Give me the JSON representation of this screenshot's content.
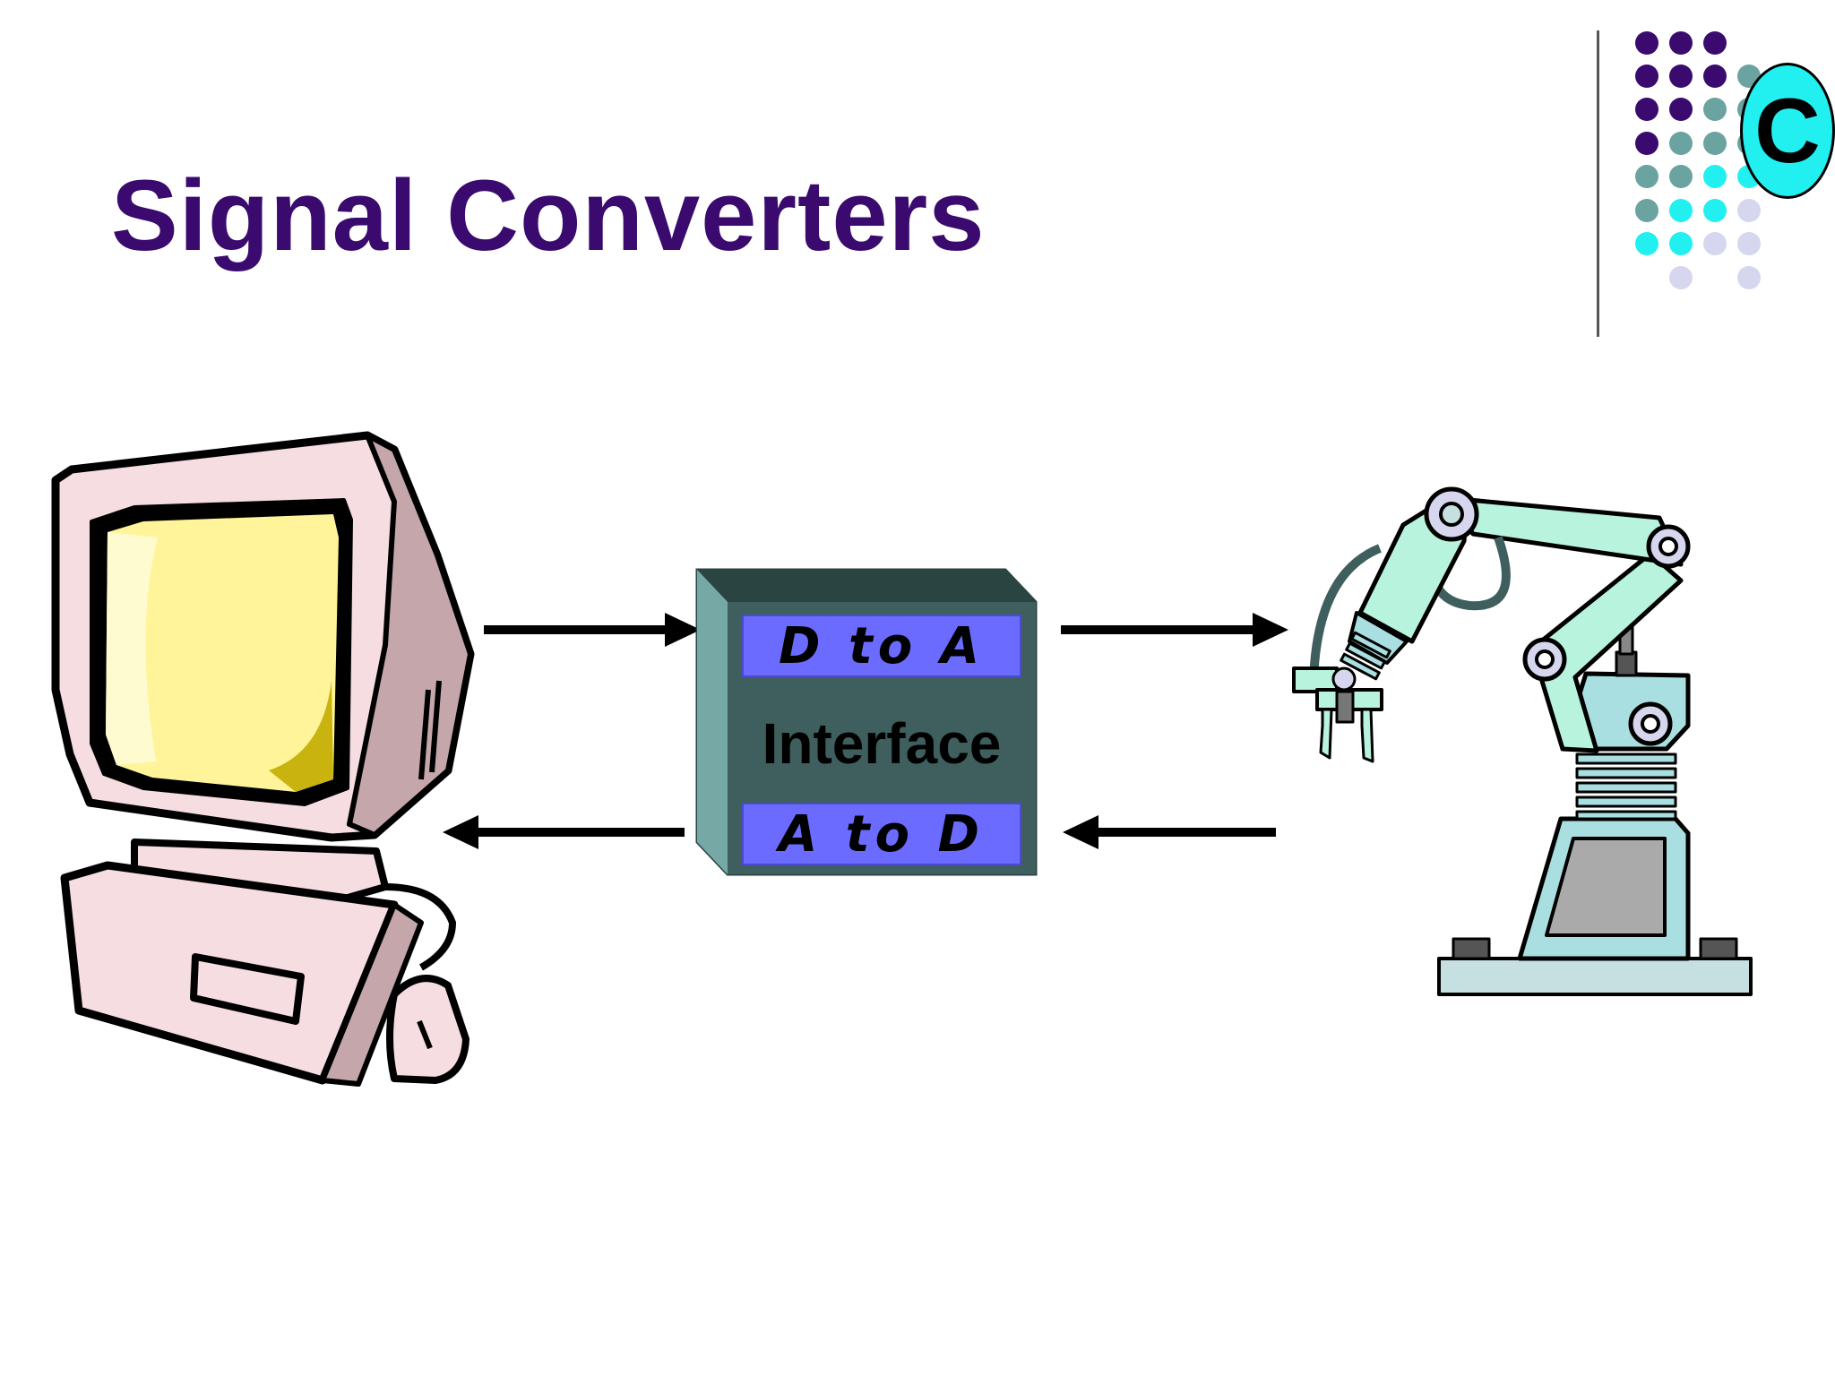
{
  "slide": {
    "title": "Signal Converters",
    "badge_letter": "C"
  },
  "interface_box": {
    "top_label": "D to A",
    "center_label": "Interface",
    "bottom_label": "A to D"
  },
  "colors": {
    "title": "#3a0a6e",
    "dot_purple": "#3a0a6e",
    "dot_teal": "#6aa3a0",
    "dot_cyan": "#22f0f0",
    "dot_lavender": "#d6d6ee",
    "box_face": "#3e5f5d",
    "box_side": "#76a8a6",
    "box_top": "#2a4442",
    "label_blue": "#6b6bff"
  }
}
